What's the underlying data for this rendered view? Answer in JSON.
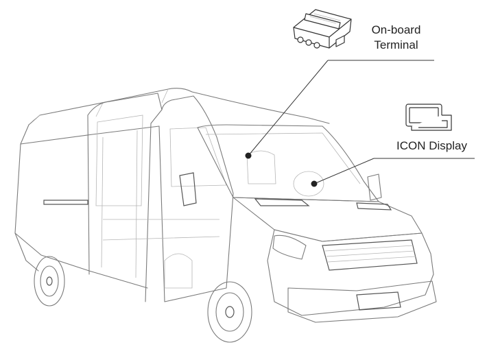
{
  "labels": {
    "onboard_terminal_line1": "On-board",
    "onboard_terminal_line2": "Terminal",
    "icon_display": "ICON Display"
  },
  "colors": {
    "line_art": "#7a7a7a",
    "text": "#222222",
    "background": "#ffffff"
  },
  "icons": {
    "terminal": "onboard-terminal-icon",
    "display": "icon-display-icon"
  }
}
